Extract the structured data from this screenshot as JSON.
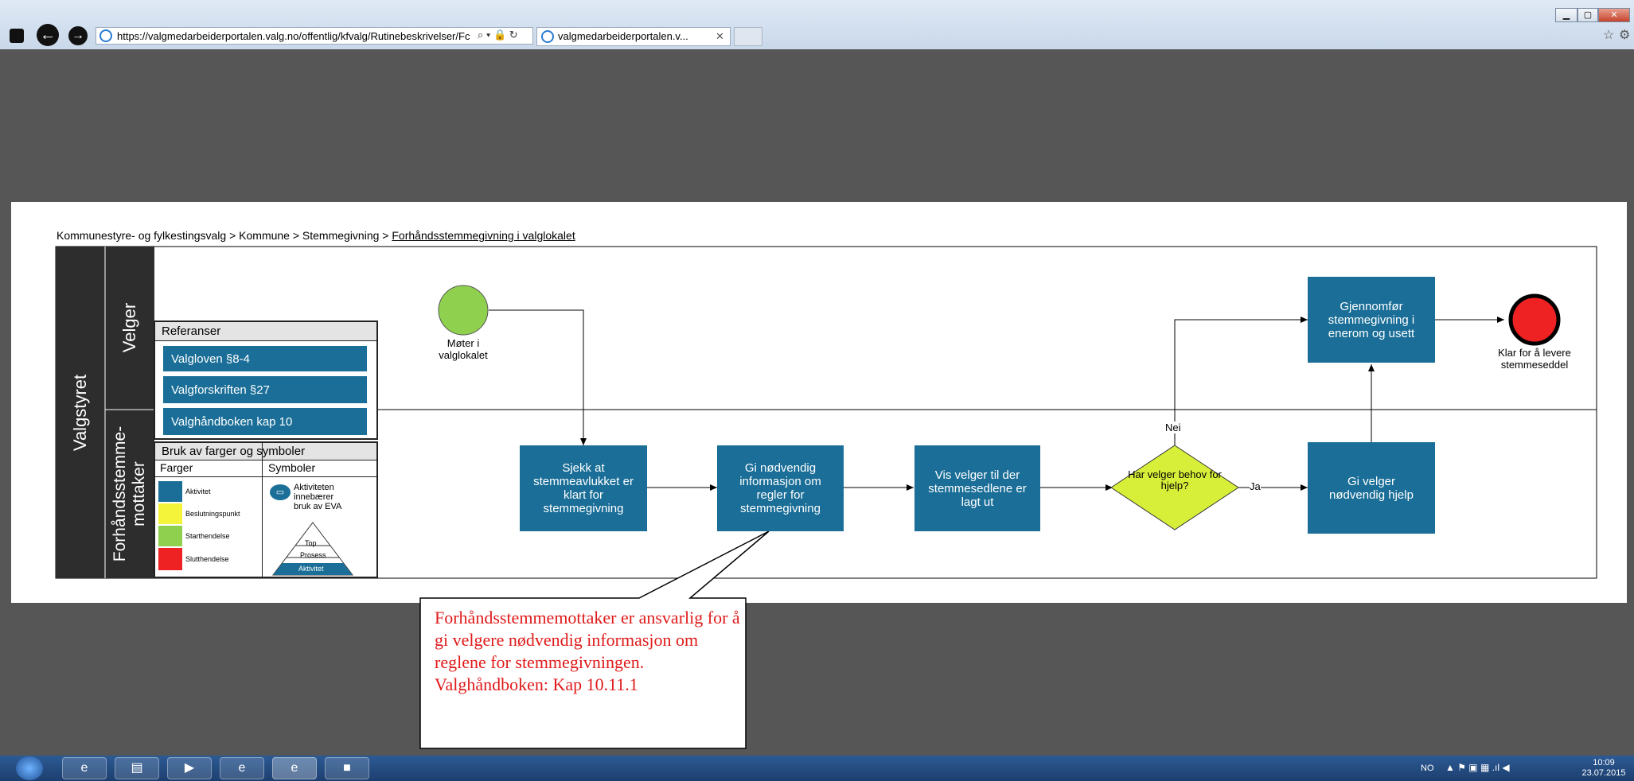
{
  "browser": {
    "url": "https://valgmedarbeiderportalen.valg.no/offentlig/kfvalg/Rutinebeskrivelser/Fc",
    "tab_title": "valgmedarbeiderportalen.v...",
    "back_icon": "arrow-left-icon",
    "forward_icon": "arrow-right-icon"
  },
  "breadcrumb": {
    "path": "Kommunestyre- og fylkestingsvalg > Kommune > Stemmegivning > ",
    "current": "Forhåndsstemmegivning i valglokalet"
  },
  "diagram": {
    "pool": "Valgstyret",
    "lanes": [
      "Velger",
      "Forhåndsstemme-\nmottaker"
    ],
    "references": {
      "title": "Referanser",
      "items": [
        "Valgloven §8-4",
        "Valgforskriften §27",
        "Valghåndboken kap 10"
      ]
    },
    "legend": {
      "title": "Bruk av farger og symboler",
      "colors_header": "Farger",
      "symbols_header": "Symboler",
      "colors": [
        {
          "label": "Aktivitet",
          "color": "#1a6e97"
        },
        {
          "label": "Beslutningspunkt",
          "color": "#f4f43a"
        },
        {
          "label": "Starthendelse",
          "color": "#8fd14f"
        },
        {
          "label": "Slutthendelse",
          "color": "#ee2222"
        }
      ],
      "eva_text": "Aktiviteten innebærer bruk av EVA",
      "pyramid": [
        "Top",
        "Prosess",
        "Aktivitet"
      ]
    },
    "start_event": "Møter i valglokalet",
    "end_event": "Klar for å levere stemmeseddel",
    "tasks": {
      "check": "Sjekk at stemmeavlukket er klart for stemmegivning",
      "inform": "Gi nødvendig informasjon om regler for stemmegivning",
      "show": "Vis velger til der stemmesedlene er lagt ut",
      "help": "Gi velger nødvendig hjelp",
      "vote": "Gjennomfør stemmegivning i enerom og usett"
    },
    "gateway": "Har velger behov for hjelp?",
    "gateway_no": "Nei",
    "gateway_yes": "Ja",
    "callout": "Forhåndsstemmemottaker er ansvarlig for å gi velgere nødvendig informasjon om reglene for stemmegivningen. Valghåndboken: Kap 10.11.1"
  },
  "taskbar": {
    "language": "NO",
    "time": "10:09",
    "date": "23.07.2015"
  }
}
